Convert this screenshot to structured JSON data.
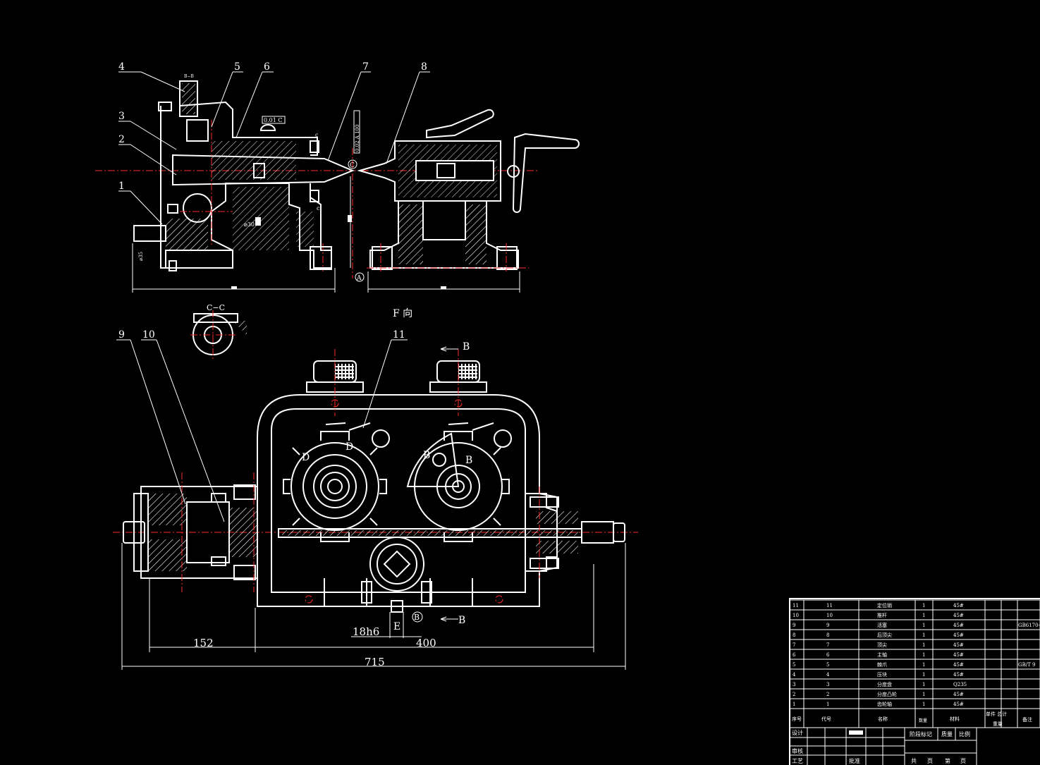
{
  "drawing": {
    "view_labels": {
      "section_cc": "C−C",
      "view_f": "F 向",
      "section_bb": "B−B"
    },
    "balloons": [
      "1",
      "2",
      "3",
      "4",
      "5",
      "6",
      "7",
      "8",
      "9",
      "10",
      "11"
    ],
    "markers": {
      "c_mark": "C",
      "a_mark": "A",
      "b_circle": "B",
      "b_arrow_top": "B",
      "b_arrow_bottom": "B",
      "e_mark": "E",
      "d_left": "D",
      "d_right": "D",
      "b_left": "B",
      "b_right": "B",
      "c_small_top": "c",
      "c_small_bottom": "c"
    },
    "tolerance_frame": "0.01 C",
    "tolerance_vertical": "0.02 A 100",
    "small_dims": {
      "bore": "⌀30",
      "shaft": "⌀35"
    },
    "dimensions": {
      "d152": "152",
      "d400": "400",
      "d715": "715",
      "fit": "18h6"
    }
  },
  "colors": {
    "line": "#ffffff",
    "centerline": "#ff2a2a",
    "background": "#000000"
  },
  "title_block": {
    "bom_rows": [
      {
        "no": "11",
        "code": "11",
        "name": "定位销",
        "qty": "1",
        "material": "45#",
        "std": ""
      },
      {
        "no": "10",
        "code": "10",
        "name": "推杆",
        "qty": "1",
        "material": "45#",
        "std": ""
      },
      {
        "no": "9",
        "code": "9",
        "name": "活塞",
        "qty": "1",
        "material": "45#",
        "std": "GB6170-"
      },
      {
        "no": "8",
        "code": "8",
        "name": "后顶尖",
        "qty": "1",
        "material": "45#",
        "std": ""
      },
      {
        "no": "7",
        "code": "7",
        "name": "顶尖",
        "qty": "1",
        "material": "45#",
        "std": ""
      },
      {
        "no": "6",
        "code": "6",
        "name": "主轴",
        "qty": "1",
        "material": "45#",
        "std": ""
      },
      {
        "no": "5",
        "code": "5",
        "name": "棘爪",
        "qty": "1",
        "material": "45#",
        "std": "GB/T 9"
      },
      {
        "no": "4",
        "code": "4",
        "name": "压块",
        "qty": "1",
        "material": "45#",
        "std": ""
      },
      {
        "no": "3",
        "code": "3",
        "name": "分度盘",
        "qty": "1",
        "material": "Q235",
        "std": ""
      },
      {
        "no": "2",
        "code": "2",
        "name": "分度凸轮",
        "qty": "1",
        "material": "45#",
        "std": ""
      },
      {
        "no": "1",
        "code": "1",
        "name": "齿轮轴",
        "qty": "1",
        "material": "45#",
        "std": ""
      }
    ],
    "header": {
      "no": "序号",
      "code": "代号",
      "name": "名称",
      "qty": "数量",
      "material": "材料",
      "unit_total": "单件 总计",
      "weight": "重量",
      "remark": "备注"
    },
    "left_labels": {
      "design": "设计",
      "review": "审核",
      "process": "工艺",
      "approve": "批准"
    },
    "middle_labels": {
      "stage": "阶段标记",
      "weight": "质量",
      "scale": "比例"
    },
    "sheet": {
      "total": "共",
      "page": "页",
      "nth": "第",
      "page2": "页"
    }
  }
}
